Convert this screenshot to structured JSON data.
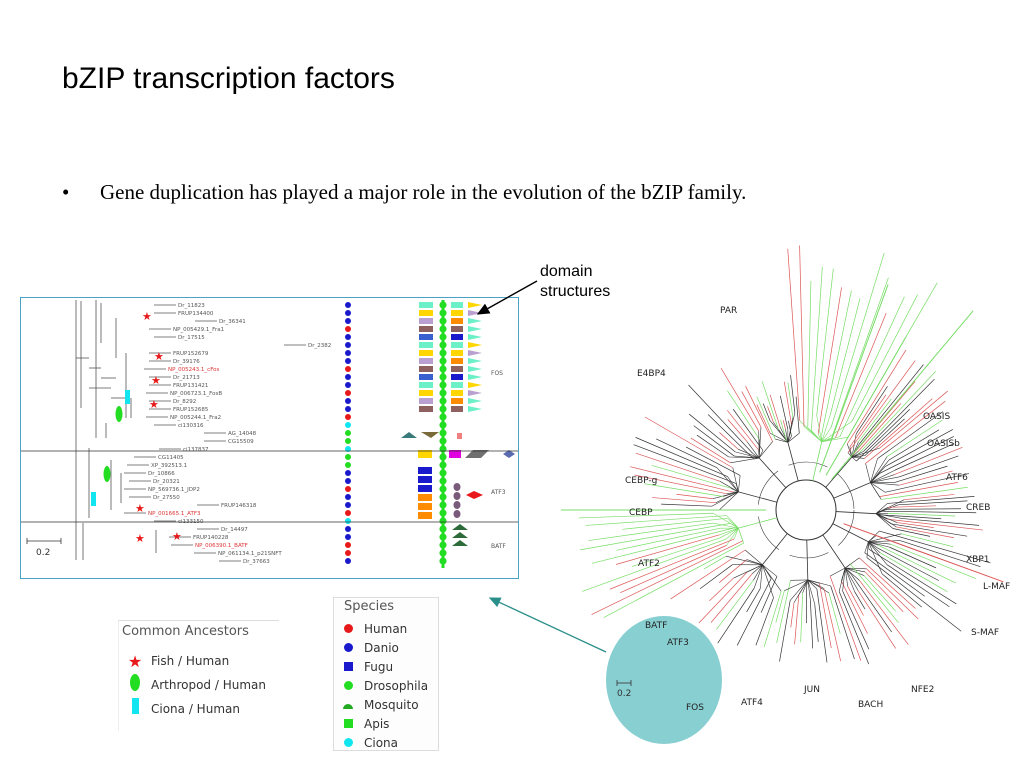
{
  "slide": {
    "title": "bZIP transcription factors",
    "bullet_symbol": "•",
    "bullet_text": "Gene duplication has played a major role in the evolution of the bZIP family."
  },
  "callout": {
    "line1": "domain",
    "line2": "structures"
  },
  "small_tree": {
    "scale_label": "0.2",
    "leaves": [
      "Dr_11823",
      "FRUP134400",
      "Dr_36341",
      "NP_005429.1_Fra1",
      "Dr_17515",
      "Dr_2382",
      "FRUP152679",
      "Dr_39176",
      "NP_005243.1_cFos",
      "Dr_21713",
      "FRUP131421",
      "NP_006723.1_FosB",
      "Dr_8292",
      "FRUP152685",
      "NP_005244.1_Fra2",
      "ci130316",
      "AG_14048",
      "CG15509",
      "ci137837",
      "CG11405",
      "XP_392513.1",
      "Dr_10866",
      "Dr_20321",
      "NP_569736.1_JDP2",
      "Dr_27550",
      "FRUP146318",
      "NP_001665.1_ATF3",
      "ci133150",
      "Dr_14497",
      "FRUP140228",
      "NP_006390.1_BATF",
      "NP_061134.1_p21SNFT",
      "Dr_37663"
    ],
    "group_labels": {
      "fos": "FOS",
      "atf3": "ATF3",
      "batf": "BATF"
    }
  },
  "legends": {
    "ancestors": {
      "header": "Common Ancestors",
      "items": [
        {
          "label": "Fish / Human",
          "icon": "red-star-icon",
          "color": "#e8191b"
        },
        {
          "label": "Arthropod / Human",
          "icon": "green-ellipse-icon",
          "color": "#22dd22"
        },
        {
          "label": "Ciona / Human",
          "icon": "cyan-bar-icon",
          "color": "#11e6f0"
        }
      ]
    },
    "species": {
      "header": "Species",
      "items": [
        {
          "label": "Human",
          "icon": "red-circle-icon",
          "color": "#e8191b"
        },
        {
          "label": "Danio",
          "icon": "blue-circle-icon",
          "color": "#1a1acc"
        },
        {
          "label": "Fugu",
          "icon": "blue-square-icon",
          "color": "#1a1acc"
        },
        {
          "label": "Drosophila",
          "icon": "green-circle-icon",
          "color": "#22dd22"
        },
        {
          "label": "Mosquito",
          "icon": "green-mosquito-icon",
          "color": "#22aa22"
        },
        {
          "label": "Apis",
          "icon": "green-square-icon",
          "color": "#22dd22"
        },
        {
          "label": "Ciona",
          "icon": "cyan-circle-icon",
          "color": "#11e6f0"
        }
      ]
    }
  },
  "radial_tree": {
    "clade_labels": [
      "PAR",
      "E4BP4",
      "OASIS",
      "OASISb",
      "ATF6",
      "CREB",
      "CEBP-g",
      "CEBP",
      "ATF2",
      "XBP1",
      "L-MAF",
      "S-MAF",
      "NFE2",
      "BACH",
      "JUN",
      "ATF4"
    ],
    "highlight_labels": [
      "BATF",
      "ATF3",
      "FOS"
    ],
    "scale_label": "0.2",
    "colors": {
      "branch": "#333333",
      "green": "#77dd66",
      "red": "#dd5555",
      "highlight": "#88cfd2",
      "arrow": "#2a8f8a"
    }
  }
}
